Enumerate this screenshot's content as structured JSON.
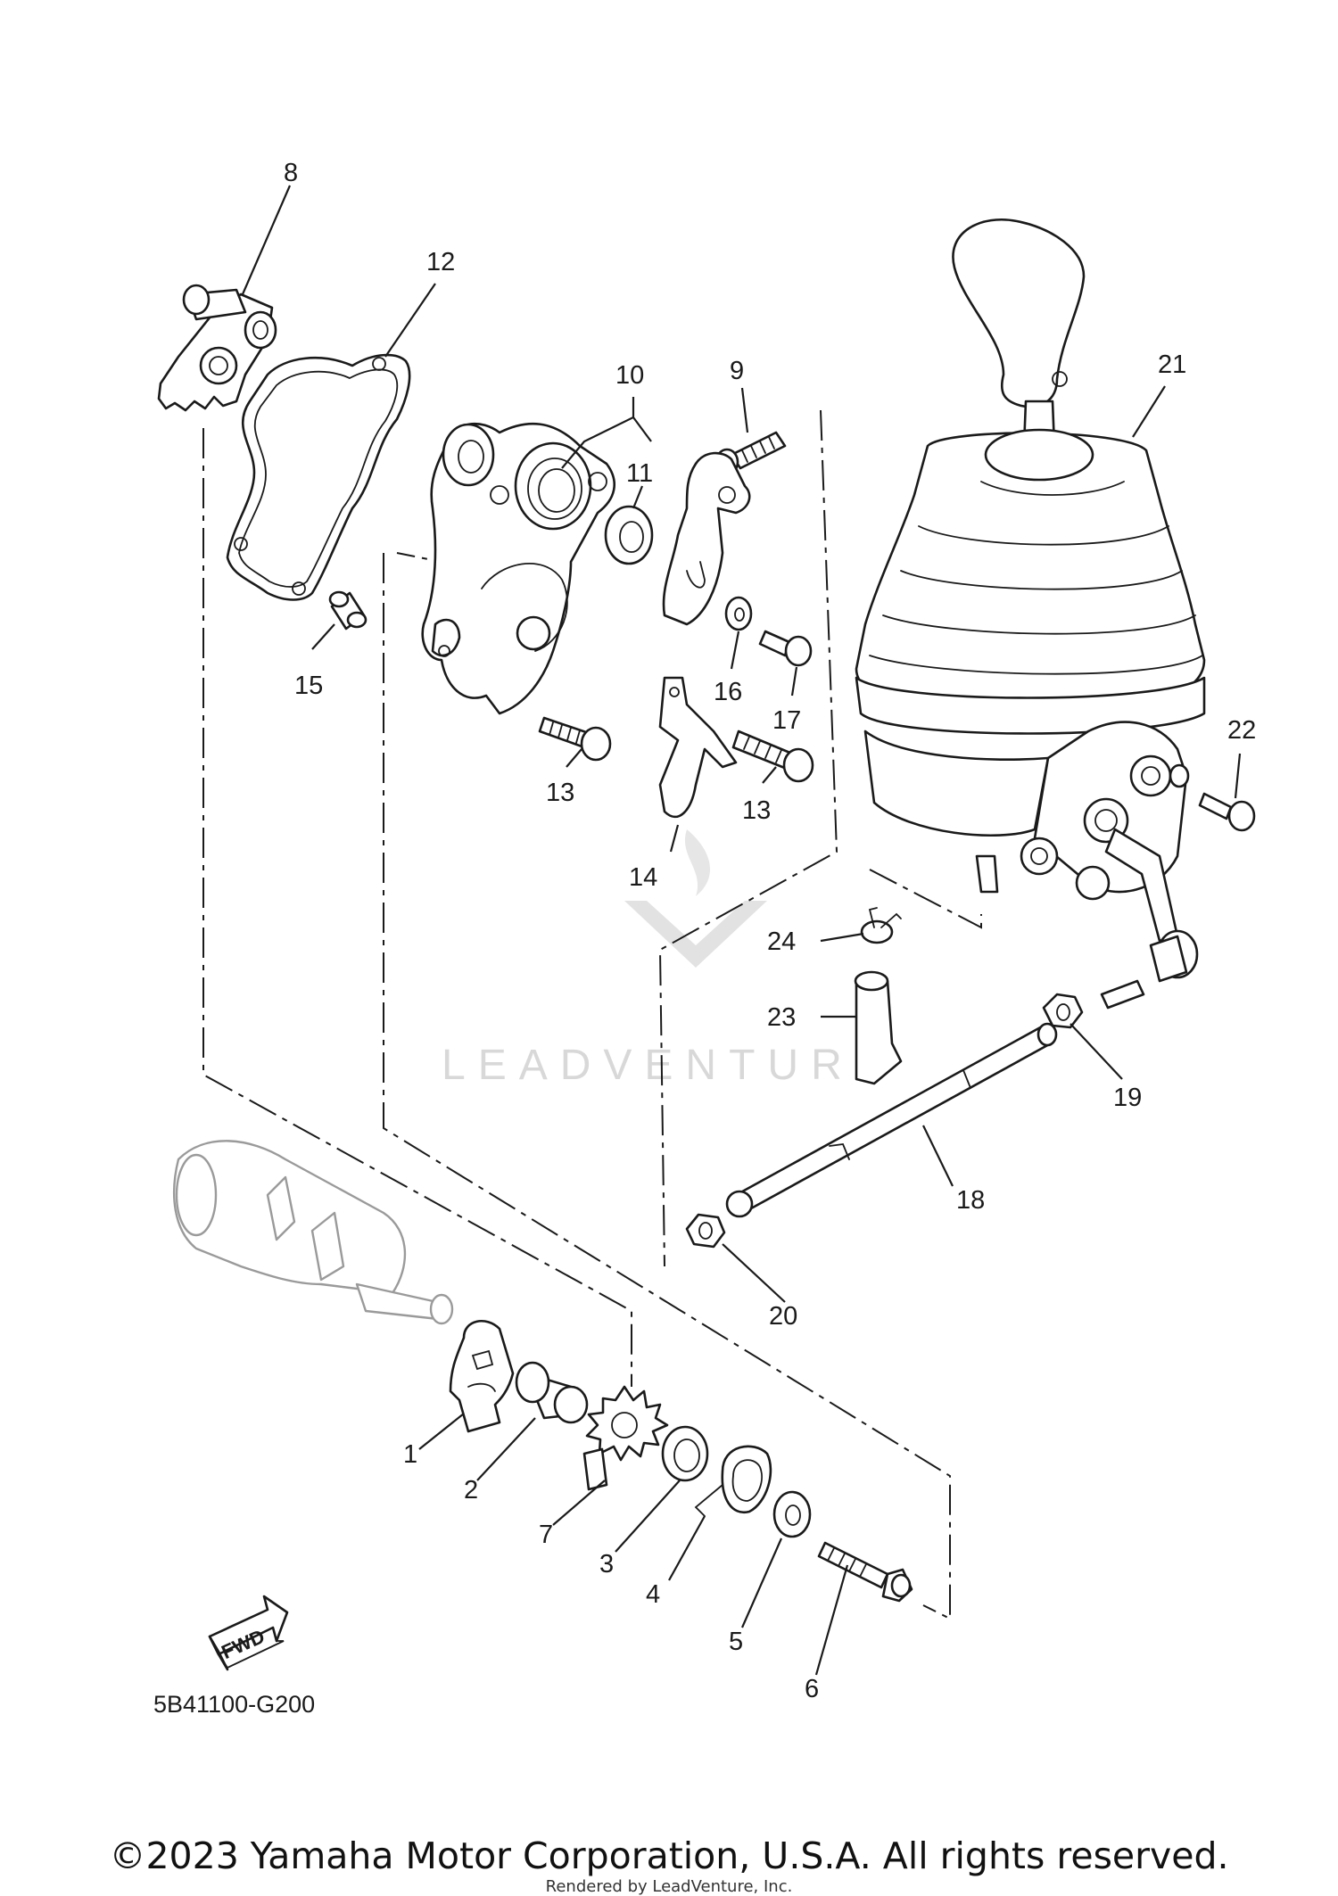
{
  "diagram": {
    "callouts": {
      "c1": "1",
      "c2": "2",
      "c3": "3",
      "c4": "4",
      "c5": "5",
      "c6": "6",
      "c7": "7",
      "c8": "8",
      "c9": "9",
      "c10": "10",
      "c11": "11",
      "c12": "12",
      "c13a": "13",
      "c13b": "13",
      "c14": "14",
      "c15": "15",
      "c16": "16",
      "c17": "17",
      "c18": "18",
      "c19": "19",
      "c20": "20",
      "c21": "21",
      "c22": "22",
      "c23": "23",
      "c24": "24"
    },
    "fwd_label": "FWD",
    "drawing_code": "5B41100-G200",
    "watermark": "LEADVENTURE"
  },
  "footer": {
    "copyright": "©2023 Yamaha Motor Corporation, U.S.A. All rights reserved.",
    "rendered_by": "Rendered by LeadVenture, Inc."
  }
}
